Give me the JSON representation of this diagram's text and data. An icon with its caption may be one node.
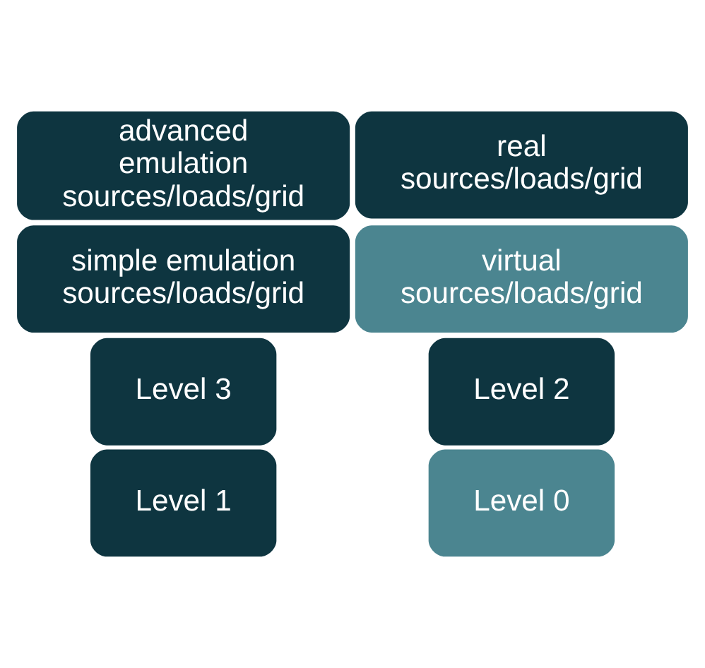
{
  "diagram": {
    "nodes": [
      {
        "text": [
          "Level 3"
        ]
      },
      {
        "text": [
          "real sources/loads/grid"
        ]
      },
      {
        "text": [
          "Level 2"
        ]
      },
      {
        "text": [
          "advanced emulation sources/loads/grid"
        ]
      },
      {
        "text": [
          "Level 1"
        ]
      },
      {
        "text": [
          "simple emulation sources/loads/grid"
        ]
      },
      {
        "text": [
          "Level 0"
        ]
      },
      {
        "text": [
          "virtual sources/loads/grid"
        ]
      }
    ]
  }
}
